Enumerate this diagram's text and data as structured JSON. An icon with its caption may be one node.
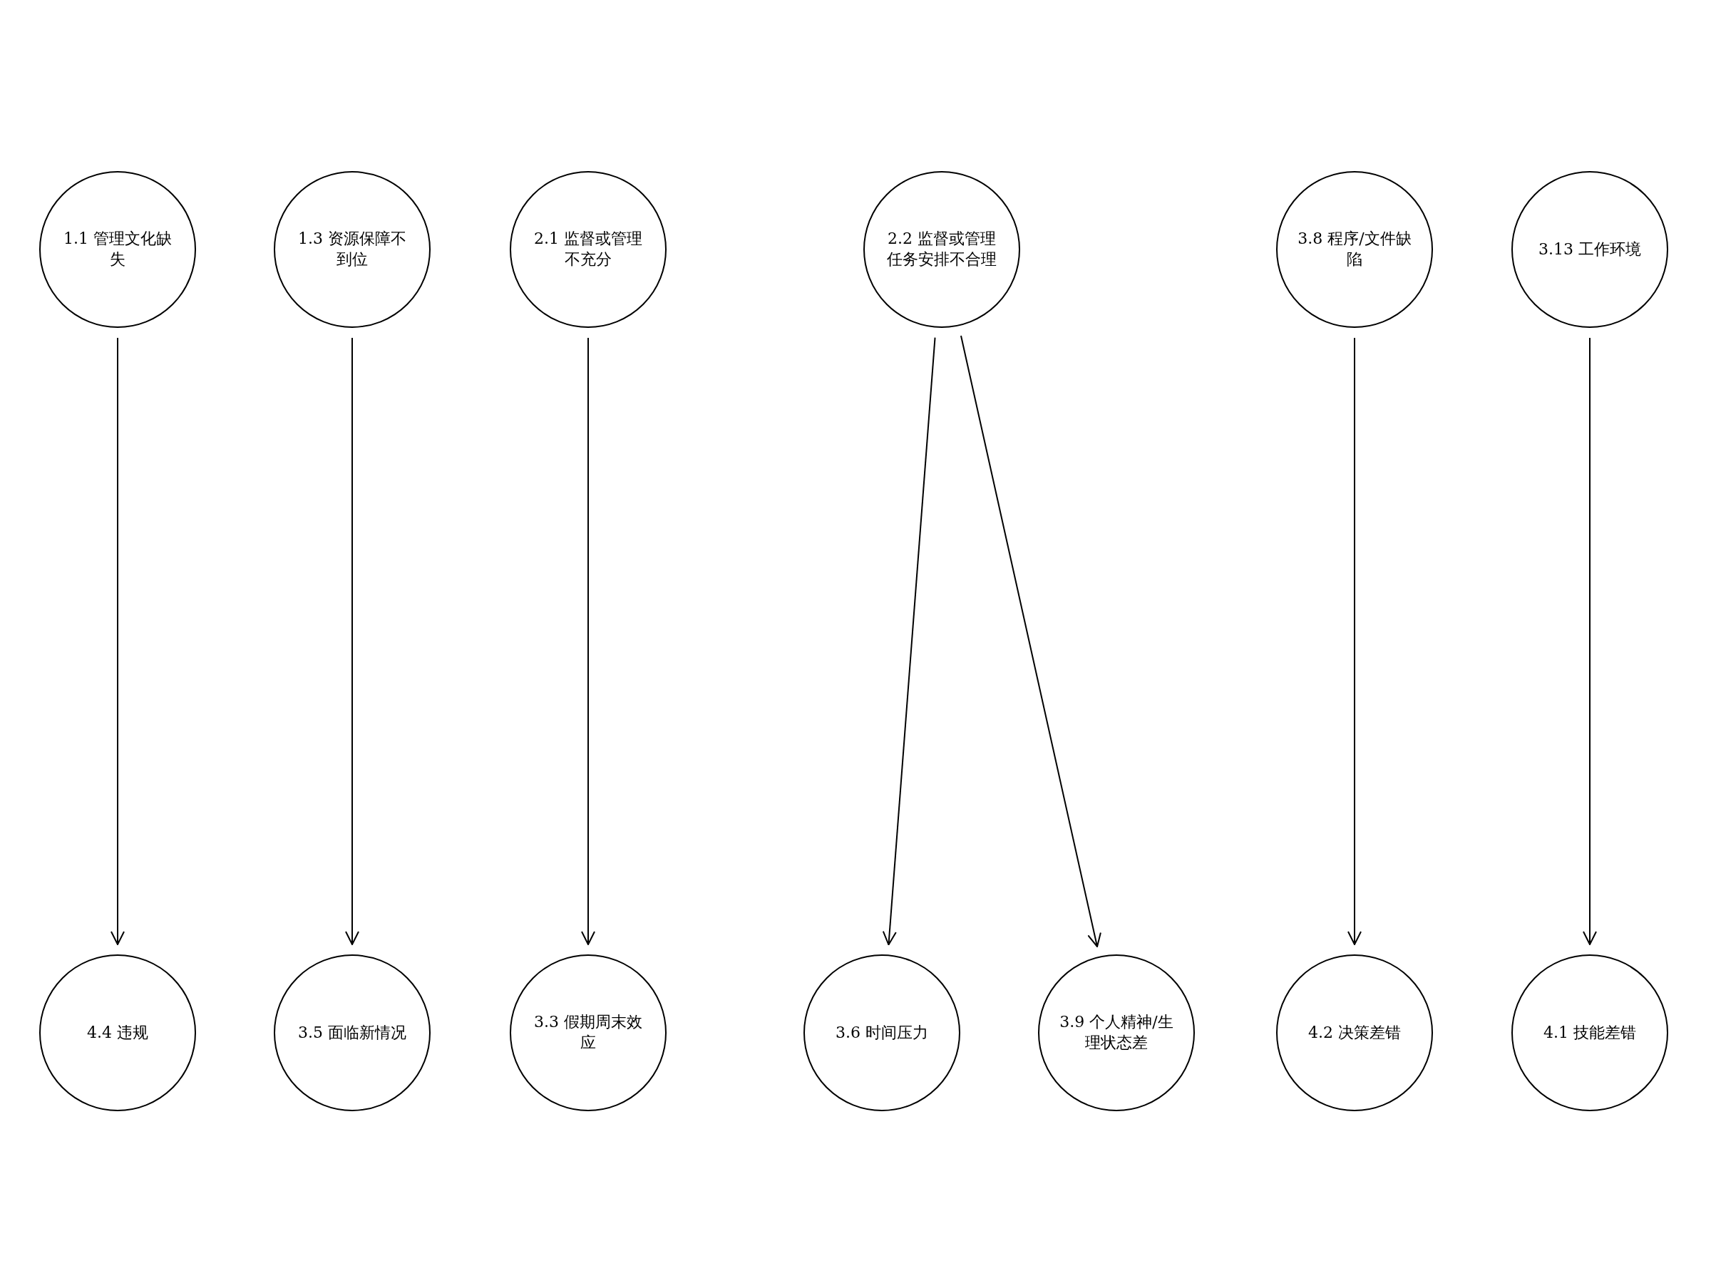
{
  "diagram": {
    "nodes": [
      {
        "text": [
          "1.1 管理文化缺失"
        ]
      },
      {
        "text": [
          "1.3 资源保障不到位"
        ]
      },
      {
        "text": [
          "2.1 监督或管理不充分"
        ]
      },
      {
        "text": [
          "2.2 监督或管理任务安排不合理"
        ]
      },
      {
        "text": [
          "3.8 程序/文件缺陷"
        ]
      },
      {
        "text": [
          "3.13 工作环境"
        ]
      },
      {
        "text": [
          "4.4 违规"
        ]
      },
      {
        "text": [
          "3.5 面临新情况"
        ]
      },
      {
        "text": [
          "3.3 假期周末效应"
        ]
      },
      {
        "text": [
          "3.6 时间压力"
        ]
      },
      {
        "text": [
          "3.9 个人精神/生理状态差"
        ]
      },
      {
        "text": [
          "4.2 决策差错"
        ]
      },
      {
        "text": [
          "4.1 技能差错"
        ]
      }
    ],
    "edges": [
      {
        "from": 0,
        "to": 6,
        "arrow": "to"
      },
      {
        "from": 1,
        "to": 7,
        "arrow": "to"
      },
      {
        "from": 2,
        "to": 8,
        "arrow": "to"
      },
      {
        "from": 3,
        "to": 9,
        "arrow": "to"
      },
      {
        "from": 3,
        "to": 10,
        "arrow": "to"
      },
      {
        "from": 4,
        "to": 11,
        "arrow": "to"
      },
      {
        "from": 5,
        "to": 12,
        "arrow": "to"
      }
    ]
  }
}
